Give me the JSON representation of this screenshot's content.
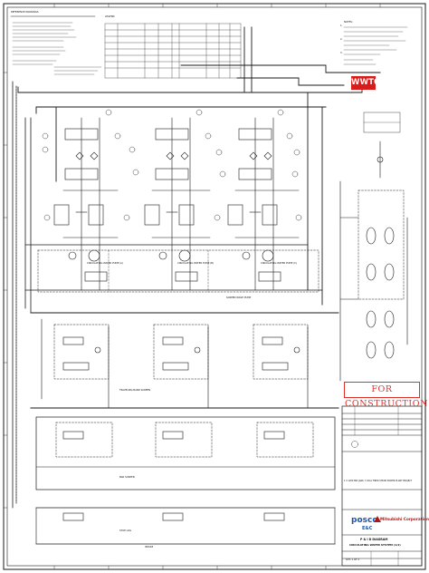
{
  "stamps": {
    "drawing_code": "WWT01",
    "construction": "FOR CONSTRUCTION"
  },
  "title_block": {
    "client_logo": "posco",
    "client_logo_sub": "E&C",
    "contractor_logo": "Mitsubishi Corporation",
    "drawing_title_line1": "P & I D DIAGRAM",
    "drawing_title_line2": "CIRCULATING WATER SYSTEM (1/2)",
    "project_line": "1 X 1200 MW JAWA 7 COAL FIRED STEAM POWER PLANT PROJECT",
    "sheet_no": "SHT. 1 OF 2"
  },
  "equipment_labels": {
    "cw_pump_a": "CIRCULATING WATER PUMP (A)",
    "cw_pump_b": "CIRCULATING WATER PUMP (B)",
    "cw_pump_c": "CIRCULATING WATER PUMP (C)",
    "screen_wash_pump": "SCREEN WASH PUMP",
    "traveling_band_screen": "TRAVELING BAND SCREEN",
    "bar_screen": "BAR SCREEN",
    "stop_log": "STOP LOG",
    "intake": "INTAKE"
  },
  "notes": {
    "header": "NOTES:",
    "items": [
      "1.",
      "2.",
      "3."
    ]
  },
  "reference_drawings_header": "REFERENCE DRAWINGS",
  "legend_header": "LEGEND",
  "colors": {
    "line": "#1a1a1a",
    "stamp_red": "#d81c1c",
    "posco_blue": "#1a56b0",
    "mitsubishi_red": "#b01818"
  }
}
